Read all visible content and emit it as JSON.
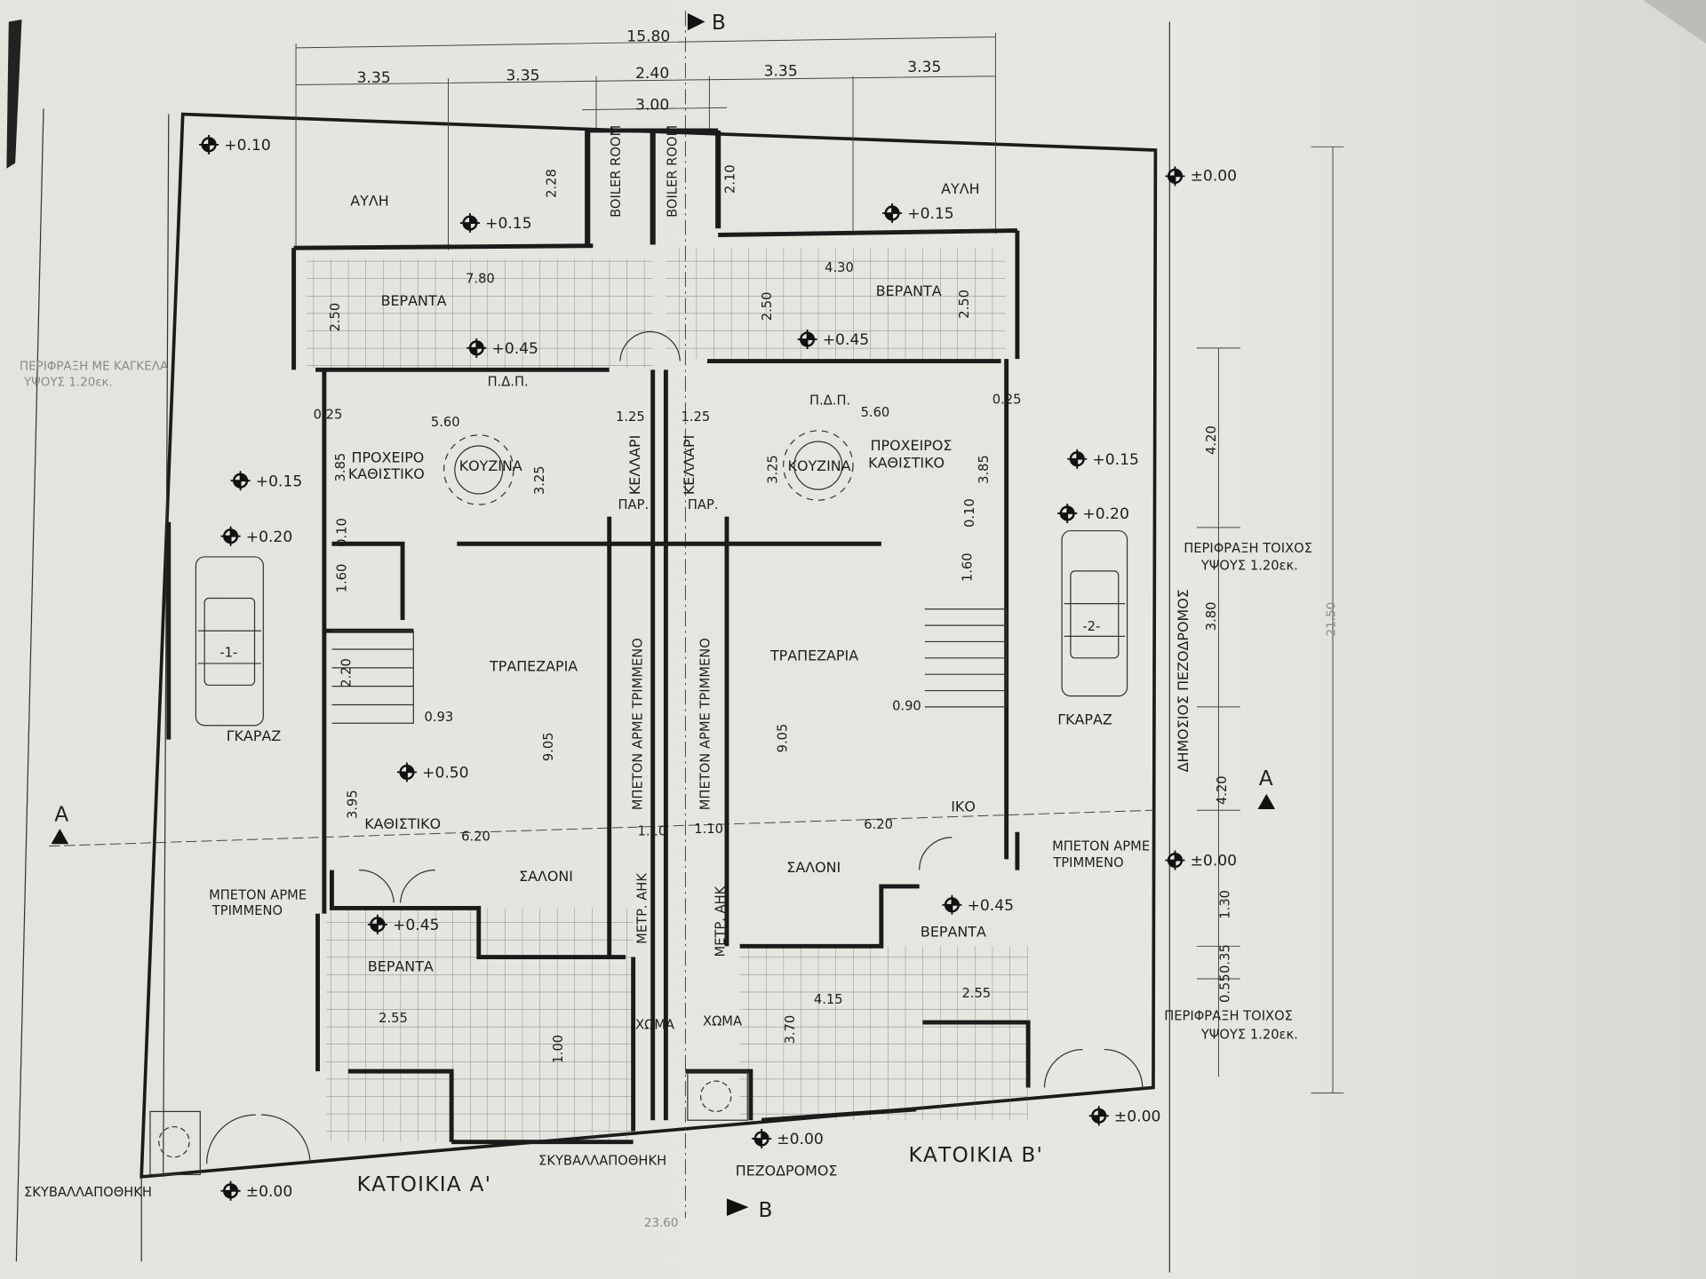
{
  "title_labels": {
    "house_a": "ΚΑΤΟΙΚΙΑ Α'",
    "house_b": "ΚΑΤΟΙΚΙΑ Β'",
    "street": "ΠΕΖΟΔΡΟΜΟΣ",
    "public_walkway": "ΔΗΜΟΣΙΟΣ ΠΕΖΟΔΡΟΜΟΣ"
  },
  "section_marks": {
    "b_top": "B",
    "b_bottom": "B",
    "a_left": "A",
    "a_right": "A"
  },
  "rooms": {
    "yard_a": "ΑΥΛΗ",
    "yard_b": "ΑΥΛΗ",
    "veranda_back_a": "ΒΕΡΑΝΤΑ",
    "veranda_back_b": "ΒΕΡΑΝΤΑ",
    "boiler_a": "BOILER ROOM",
    "boiler_b": "BOILER ROOM",
    "family_room_a_1": "ΠΡΟΧΕΙΡΟ",
    "family_room_a_2": "ΚΑΘΙΣΤΙΚΟ",
    "family_room_b_1": "ΠΡΟΧΕΙΡΟΣ",
    "family_room_b_2": "ΚΑΘΙΣΤΙΚΟ",
    "kitchen_a": "ΚΟΥΖΙΝΑ",
    "kitchen_b": "ΚΟΥΖΙΝΑ",
    "cellar_a": "ΚΕΛΛΑΡΙ",
    "cellar_b": "ΚΕΛΛΑΡΙ",
    "pdp_a": "Π.Δ.Π.",
    "pdp_b": "Π.Δ.Π.",
    "par_a": "ΠΑΡ.",
    "par_b": "ΠΑΡ.",
    "dining_a": "ΤΡΑΠΕΖΑΡΙΑ",
    "dining_b": "ΤΡΑΠΕΖΑΡΙΑ",
    "garage_a": "ΓΚΑΡΑΖ",
    "garage_b": "ΓΚΑΡΑΖ",
    "living_a": "ΚΑΘΙΣΤΙΚΟ",
    "living_b_partial": "ΙΚΟ",
    "salon_a": "ΣΑΛΟΝΙ",
    "salon_b": "ΣΑΛΟΝΙ",
    "veranda_front_a": "ΒΕΡΑΝΤΑ",
    "veranda_front_b": "ΒΕΡΑΝΤΑ",
    "soil_a": "ΧΩΜΑ",
    "soil_b": "ΧΩΜΑ",
    "bin_store_a": "ΣΚΥΒΑΛΛΑΠΟΘΗΚΗ",
    "bin_store_b": "ΣΚΥΒΑΛΛΑΠΟΘΗΚΗ",
    "car_1": "-1-",
    "car_2": "-2-"
  },
  "notes": {
    "concrete_left_1": "ΜΠΕΤΟΝ ΑΡΜΕ",
    "concrete_left_2": "ΤΡΙΜΜΕΝΟ",
    "concrete_right_1": "ΜΠΕΤΟΝ ΑΡΜΕ",
    "concrete_right_2": "ΤΡΙΜΜΕΝΟ",
    "concrete_mid_a": "ΜΠΕΤΟΝ ΑΡΜΕ ΤΡΙΜΜΕΝΟ",
    "concrete_mid_b": "ΜΠΕΤΟΝ ΑΡΜΕ ΤΡΙΜΜΕΝΟ",
    "meter_a": "ΜΕΤΡ. ΑΗΚ",
    "meter_b": "ΜΕΤΡ. ΑΗΚ",
    "fence_1_l1": "ΠΕΡΙΦΡΑΞΗ ΤΟΙΧΟΣ",
    "fence_1_l2": "ΥΨΟΥΣ 1.20εκ.",
    "fence_2_l1": "ΠΕΡΙΦΡΑΞΗ ΤΟΙΧΟΣ",
    "fence_2_l2": "ΥΨΟΥΣ 1.20εκ.",
    "fence_left_faint_l1": "ΠΕΡΙΦΡΑΞΗ ΜΕ ΚΑΓΚΕΛΑ",
    "fence_left_faint_l2": "ΥΨΟΥΣ 1.20εκ."
  },
  "elevations": [
    "+0.10",
    "+0.15",
    "+0.15",
    "±0.00",
    "+0.45",
    "+0.45",
    "+0.15",
    "+0.20",
    "+0.15",
    "+0.20",
    "+0.50",
    "+0.45",
    "+0.45",
    "±0.00",
    "±0.00",
    "±0.00",
    "±0.00"
  ],
  "dimensions": {
    "overall_width": "15.80",
    "top_1": "3.35",
    "top_2": "3.35",
    "top_3": "2.40",
    "top_4": "3.35",
    "top_5": "3.35",
    "boiler_width": "3.00",
    "boiler_a_depth": "2.28",
    "boiler_b_depth": "2.10",
    "veranda_a_w": "7.80",
    "veranda_b_w": "4.30",
    "veranda_a_d": "2.50",
    "veranda_b_d1": "2.50",
    "veranda_b_d2": "2.50",
    "wall_a": "0.25",
    "wall_b": "0.25",
    "kitchen_a_w": "5.60",
    "kitchen_b_w": "5.60",
    "cellar_a_w": "1.25",
    "cellar_b_w": "1.25",
    "family_a_d": "3.85",
    "family_b_d": "3.85",
    "kitchen_b_d": "3.25",
    "kitchen_a_d": "3.25",
    "slab_a": "0.10",
    "slab_b": "0.10",
    "wc_a": "1.60",
    "wc_b": "1.60",
    "stair_a": "2.20",
    "step_a": "0.93",
    "step_b": "0.90",
    "dining_a_d": "9.05",
    "dining_b_d": "9.05",
    "living_a_d": "3.95",
    "salon_a_w": "6.20",
    "salon_b_w": "6.20",
    "corr_a": "1.10",
    "corr_b": "1.10",
    "right_1": "4.20",
    "right_2": "3.80",
    "right_3": "4.20",
    "right_4": "1.30",
    "right_5": "0.35",
    "right_6": "0.55",
    "overall_depth": "21.50",
    "front_a_w": "2.55",
    "front_b_w": "2.55",
    "front_b_2": "4.15",
    "front_a_d": "1.00",
    "front_b_d": "3.70",
    "bottom_faint": "23.60"
  }
}
